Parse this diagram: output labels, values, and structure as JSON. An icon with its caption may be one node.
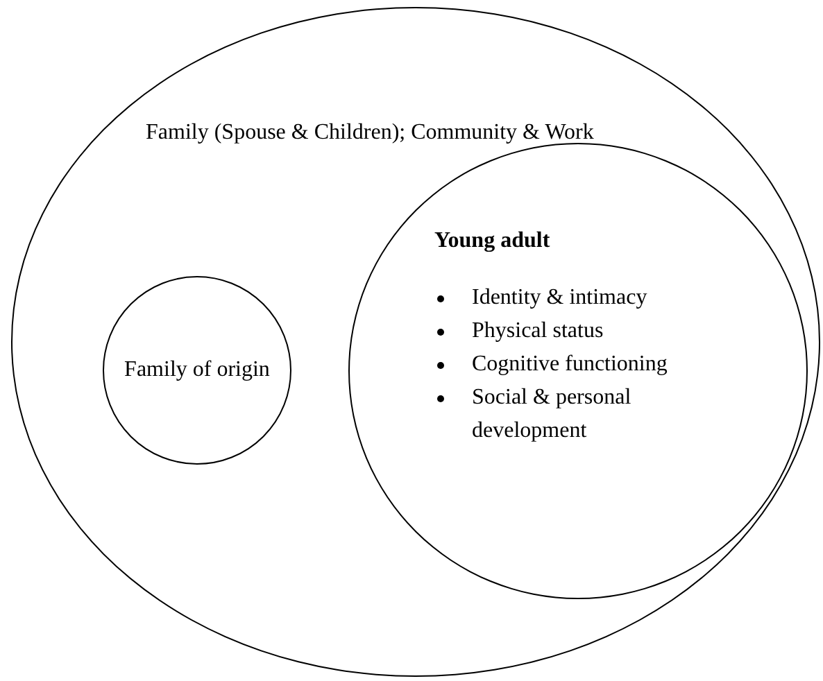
{
  "diagram": {
    "nodes": [
      {
        "text": [
          "Family (Spouse & Children); Community & Work"
        ]
      },
      {
        "text": [
          "Family of origin"
        ],
        "in": 0
      },
      {
        "text": [
          "Young adult",
          "Identity & intimacy",
          "Physical status",
          "Cognitive functioning",
          "Social & personal development"
        ],
        "in": 0
      }
    ]
  }
}
